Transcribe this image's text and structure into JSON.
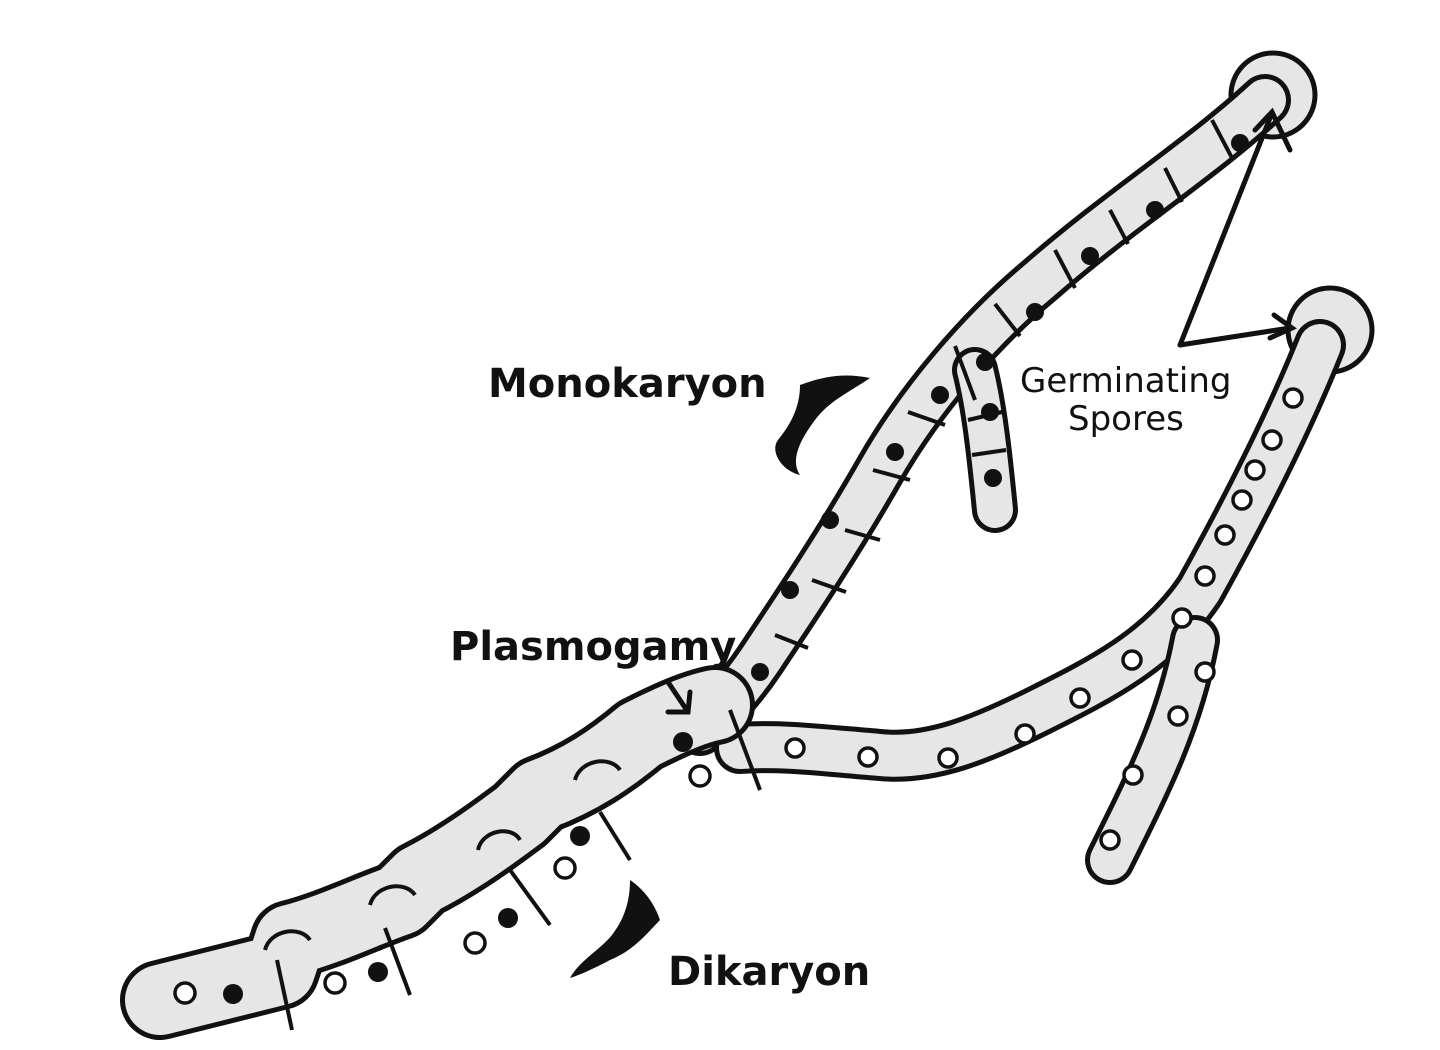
{
  "labels": {
    "monokaryon": "Monokaryon",
    "germinating_line1": "Germinating",
    "germinating_line2": "Spores",
    "plasmogamy": "Plasmogamy",
    "dikaryon": "Dikaryon"
  },
  "colors": {
    "cell_fill": "#e6e6e6",
    "outline": "#111111",
    "nucleus_dark": "#111111",
    "nucleus_light": "#ffffff",
    "background": "#ffffff"
  }
}
